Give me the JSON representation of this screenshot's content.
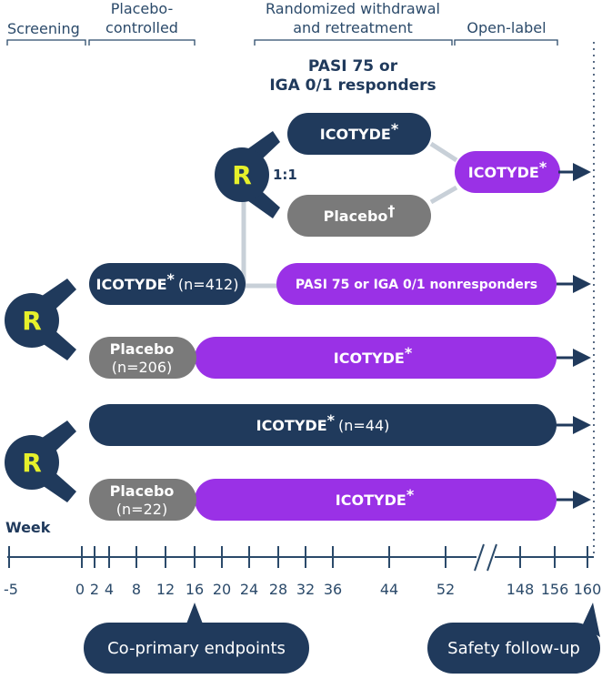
{
  "colors": {
    "navy": "#203a5c",
    "purple": "#9a31e6",
    "gray": "#7a7a7a",
    "connector": "#c8d0d8",
    "accent_r": "#e6f02b",
    "axis": "#2b4a6a"
  },
  "phases": {
    "screening": "Screening",
    "placebo_line1": "Placebo-",
    "placebo_line2": "controlled",
    "withdrawal_line1": "Randomized withdrawal",
    "withdrawal_line2": "and retreatment",
    "open_label": "Open-label"
  },
  "responders": {
    "line1": "PASI 75 or",
    "line2": "IGA 0/1 responders"
  },
  "randomization": {
    "letter": "R",
    "ratio": "1:1"
  },
  "arms": {
    "icotyde": "ICOTYDE",
    "asterisk": "*",
    "dagger": "†",
    "placebo": "Placebo",
    "icotyde_412_n": "(n=412)",
    "placebo_206_n": "(n=206)",
    "icotyde_44_n": "(n=44)",
    "placebo_22_n": "(n=22)",
    "nonresponders": "PASI 75 or IGA 0/1 nonresponders"
  },
  "axis": {
    "label": "Week",
    "ticks": [
      "-5",
      "0",
      "2",
      "4",
      "8",
      "12",
      "16",
      "20",
      "24",
      "28",
      "32",
      "36",
      "44",
      "52",
      "148",
      "156",
      "160"
    ]
  },
  "callouts": {
    "coprimary": "Co-primary endpoints",
    "safety": "Safety follow-up"
  }
}
